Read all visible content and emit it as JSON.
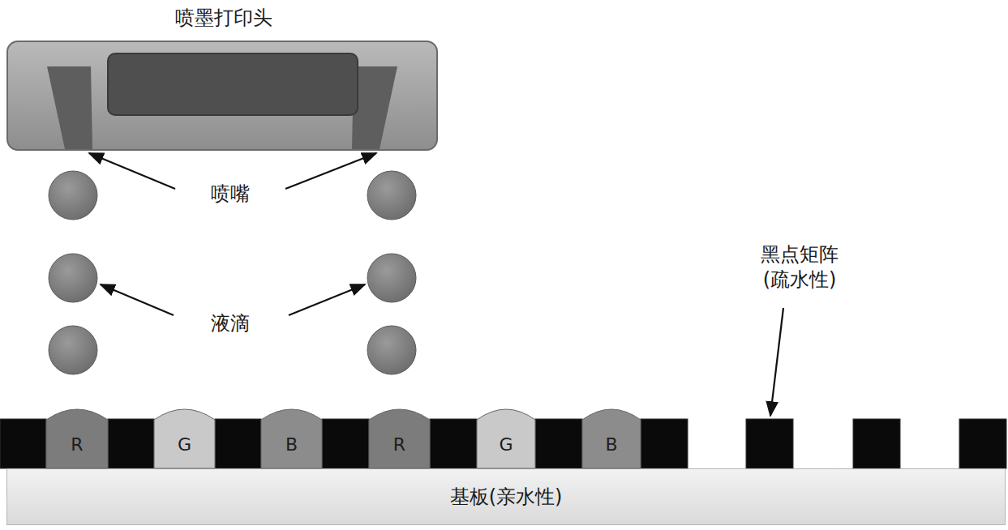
{
  "diagram": {
    "nodes": [
      {
        "text": [
          "喷墨打印头"
        ]
      },
      {
        "text": [
          "基板(亲水性)"
        ]
      },
      {
        "text": [
          "R"
        ]
      },
      {
        "text": [
          "G"
        ]
      },
      {
        "text": [
          "B"
        ]
      },
      {
        "text": [
          "R"
        ]
      },
      {
        "text": [
          "G"
        ]
      },
      {
        "text": [
          "B"
        ]
      }
    ],
    "labels": [
      "喷嘴",
      "液滴",
      "黑点矩阵 (疏水性)"
    ]
  }
}
